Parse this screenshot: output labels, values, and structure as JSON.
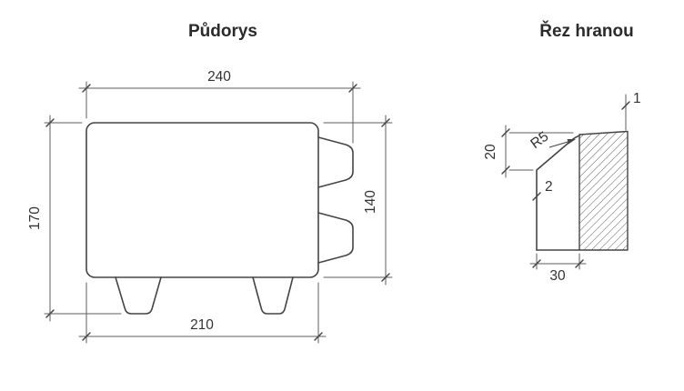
{
  "plan_view": {
    "title": "Půdorys",
    "dim_top": "240",
    "dim_left": "170",
    "dim_right": "140",
    "dim_bottom": "210"
  },
  "section_view": {
    "title": "Řez hranou",
    "dim_top": "1",
    "dim_left": "20",
    "radius_label": "R5",
    "dim_offset": "2",
    "dim_bottom": "30"
  },
  "colors": {
    "line": "#454545",
    "text": "#333333",
    "background": "#ffffff"
  }
}
